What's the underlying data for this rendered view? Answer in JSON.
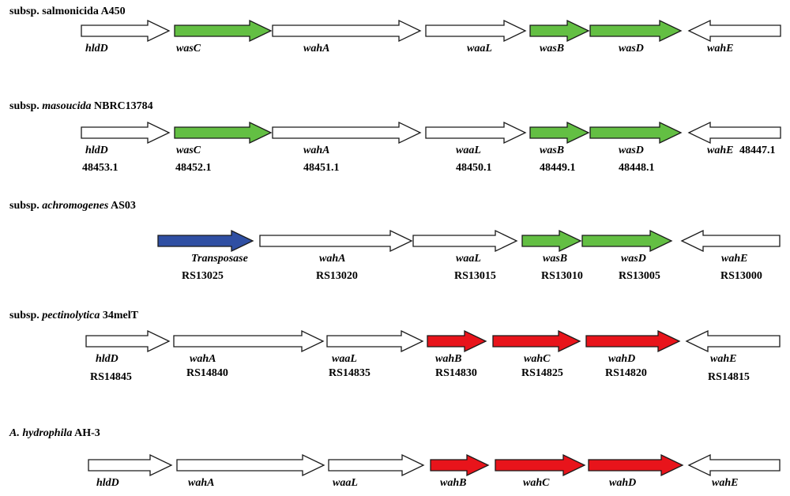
{
  "colors": {
    "white": "#ffffff",
    "green": "#63bf43",
    "blue": "#2f4fa3",
    "red": "#e8141b",
    "stroke": "#1a1a1a"
  },
  "rows": [
    {
      "prefix": "subsp.",
      "name": "salmonicida",
      "name_italic": false,
      "strain": "A450",
      "genes": [
        {
          "label": "hldD",
          "locus": "",
          "color": "white",
          "dir": "right"
        },
        {
          "label": "wasC",
          "locus": "",
          "color": "green",
          "dir": "right"
        },
        {
          "label": "wahA",
          "locus": "",
          "color": "white",
          "dir": "right"
        },
        {
          "label": "waaL",
          "locus": "",
          "color": "white",
          "dir": "right"
        },
        {
          "label": "wasB",
          "locus": "",
          "color": "green",
          "dir": "right"
        },
        {
          "label": "wasD",
          "locus": "",
          "color": "green",
          "dir": "right"
        },
        {
          "label": "wahE",
          "locus": "",
          "color": "white",
          "dir": "left"
        }
      ]
    },
    {
      "prefix": "subsp.",
      "name": "masoucida",
      "name_italic": true,
      "strain": "NBRC13784",
      "genes": [
        {
          "label": "hldD",
          "locus": "48453.1",
          "color": "white",
          "dir": "right"
        },
        {
          "label": "wasC",
          "locus": "48452.1",
          "color": "green",
          "dir": "right"
        },
        {
          "label": "wahA",
          "locus": "48451.1",
          "color": "white",
          "dir": "right"
        },
        {
          "label": "waaL",
          "locus": "48450.1",
          "color": "white",
          "dir": "right"
        },
        {
          "label": "wasB",
          "locus": "48449.1",
          "color": "green",
          "dir": "right"
        },
        {
          "label": "wasD",
          "locus": "48448.1",
          "color": "green",
          "dir": "right"
        },
        {
          "label": "wahE",
          "locus": "48447.1",
          "color": "white",
          "dir": "left"
        }
      ]
    },
    {
      "prefix": "subsp.",
      "name": "achromogenes",
      "name_italic": true,
      "strain": "AS03",
      "genes": [
        {
          "label": "Transposase",
          "locus": "RS13025",
          "color": "blue",
          "dir": "right"
        },
        {
          "label": "wahA",
          "locus": "RS13020",
          "color": "white",
          "dir": "right"
        },
        {
          "label": "waaL",
          "locus": "RS13015",
          "color": "white",
          "dir": "right"
        },
        {
          "label": "wasB",
          "locus": "RS13010",
          "color": "green",
          "dir": "right"
        },
        {
          "label": "wasD",
          "locus": "RS13005",
          "color": "green",
          "dir": "right"
        },
        {
          "label": "wahE",
          "locus": "RS13000",
          "color": "white",
          "dir": "left"
        }
      ]
    },
    {
      "prefix": "subsp.",
      "name": "pectinolytica",
      "name_italic": true,
      "strain": "34melT",
      "genes": [
        {
          "label": "hldD",
          "locus": "RS14845",
          "color": "white",
          "dir": "right"
        },
        {
          "label": "wahA",
          "locus": "RS14840",
          "color": "white",
          "dir": "right"
        },
        {
          "label": "waaL",
          "locus": "RS14835",
          "color": "white",
          "dir": "right"
        },
        {
          "label": "wahB",
          "locus": "RS14830",
          "color": "red",
          "dir": "right"
        },
        {
          "label": "wahC",
          "locus": "RS14825",
          "color": "red",
          "dir": "right"
        },
        {
          "label": "wahD",
          "locus": "RS14820",
          "color": "red",
          "dir": "right"
        },
        {
          "label": "wahE",
          "locus": "RS14815",
          "color": "white",
          "dir": "left"
        }
      ]
    },
    {
      "prefix": "",
      "name": "A. hydrophila",
      "name_italic": true,
      "strain": "AH-3",
      "genes": [
        {
          "label": "hldD",
          "locus": "",
          "color": "white",
          "dir": "right"
        },
        {
          "label": "wahA",
          "locus": "",
          "color": "white",
          "dir": "right"
        },
        {
          "label": "waaL",
          "locus": "",
          "color": "white",
          "dir": "right"
        },
        {
          "label": "wahB",
          "locus": "",
          "color": "red",
          "dir": "right"
        },
        {
          "label": "wahC",
          "locus": "",
          "color": "red",
          "dir": "right"
        },
        {
          "label": "wahD",
          "locus": "",
          "color": "red",
          "dir": "right"
        },
        {
          "label": "wahE",
          "locus": "",
          "color": "white",
          "dir": "left"
        }
      ]
    }
  ]
}
